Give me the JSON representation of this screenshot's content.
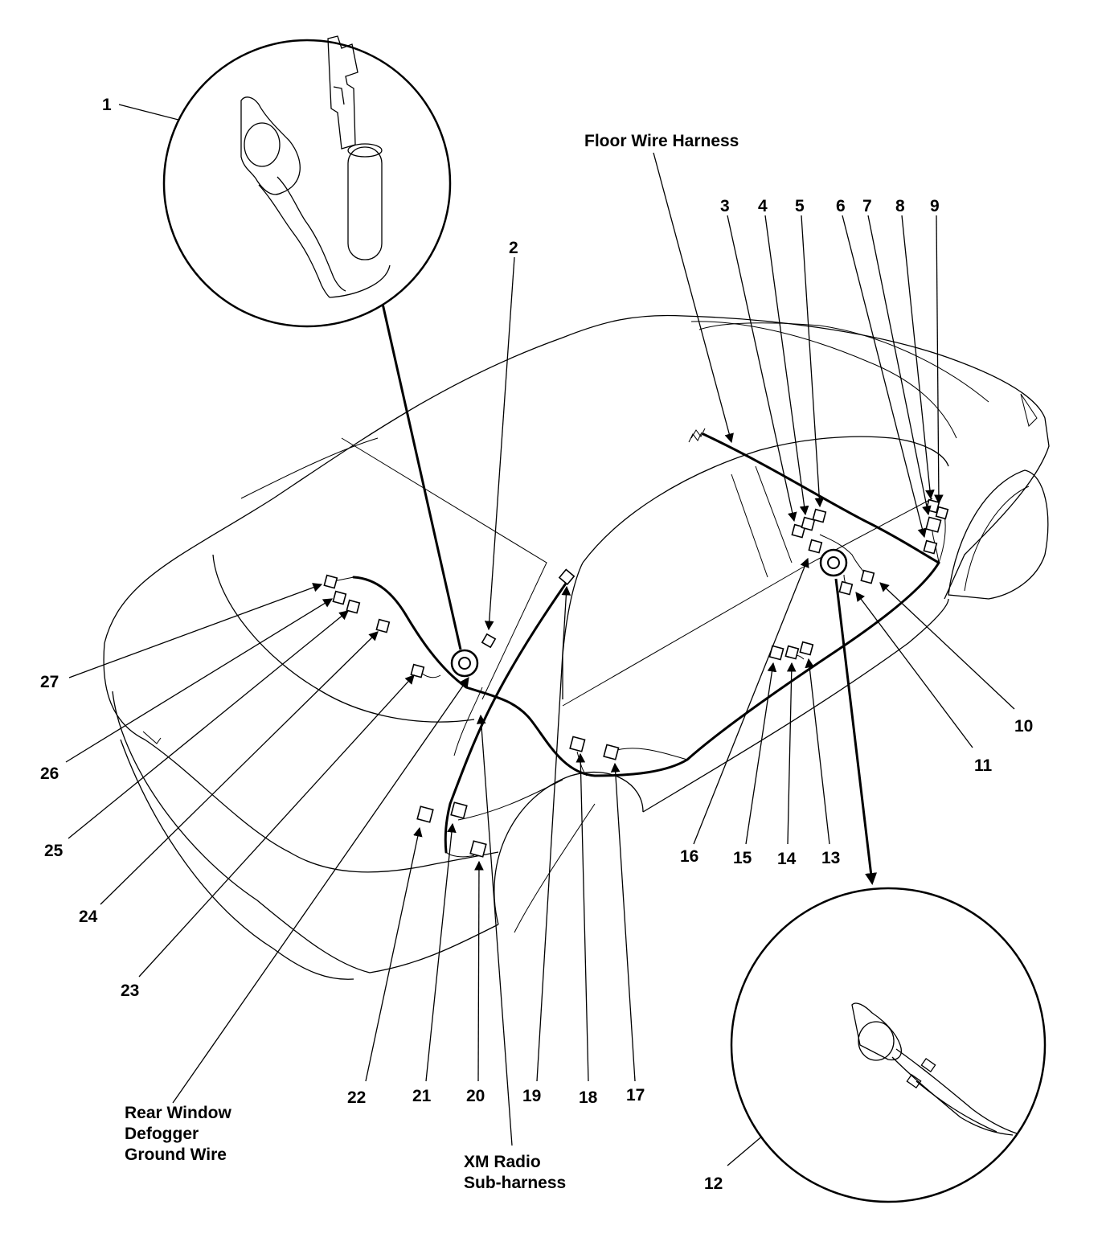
{
  "labels": {
    "floor_wire_harness": "Floor Wire Harness",
    "rear_window_defogger": [
      "Rear Window",
      "Defogger",
      "Ground Wire"
    ],
    "xm_radio": [
      "XM Radio",
      "Sub-harness"
    ]
  },
  "callouts": {
    "c1": "1",
    "c2": "2",
    "c3": "3",
    "c4": "4",
    "c5": "5",
    "c6": "6",
    "c7": "7",
    "c8": "8",
    "c9": "9",
    "c10": "10",
    "c11": "11",
    "c12": "12",
    "c13": "13",
    "c14": "14",
    "c15": "15",
    "c16": "16",
    "c17": "17",
    "c18": "18",
    "c19": "19",
    "c20": "20",
    "c21": "21",
    "c22": "22",
    "c23": "23",
    "c24": "24",
    "c25": "25",
    "c26": "26",
    "c27": "27"
  }
}
